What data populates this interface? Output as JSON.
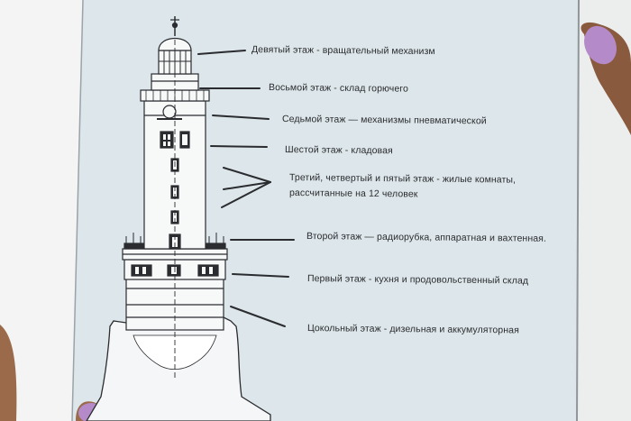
{
  "diagram": {
    "floors": [
      {
        "id": "floor-9",
        "label": "Девятый этаж - вращательный механизм"
      },
      {
        "id": "floor-8",
        "label": "Восьмой этаж - склад горючего"
      },
      {
        "id": "floor-7",
        "label": "Седьмой этаж — механизмы пневматической"
      },
      {
        "id": "floor-6",
        "label": "Шестой этаж - кладовая"
      },
      {
        "id": "floors-3-5",
        "label_line1": "Третий, четвертый и пятый этаж - жилые комнаты,",
        "label_line2": "рассчитанные на 12 человек"
      },
      {
        "id": "floor-2",
        "label": "Второй этаж — радиорубка, аппаратная и вахтенная."
      },
      {
        "id": "floor-1",
        "label": "Первый этаж -  кухня и продовольственный склад"
      },
      {
        "id": "floor-0",
        "label": "Цокольный этаж - дизельная и аккумуляторная"
      }
    ]
  },
  "colors": {
    "sheet": "#dde6ea",
    "paper": "#f2f3f2",
    "ink": "#2a2c30",
    "rock": "#f4f6f7",
    "fingernail": "#b48ac8",
    "skin": "#8a5a3e"
  }
}
